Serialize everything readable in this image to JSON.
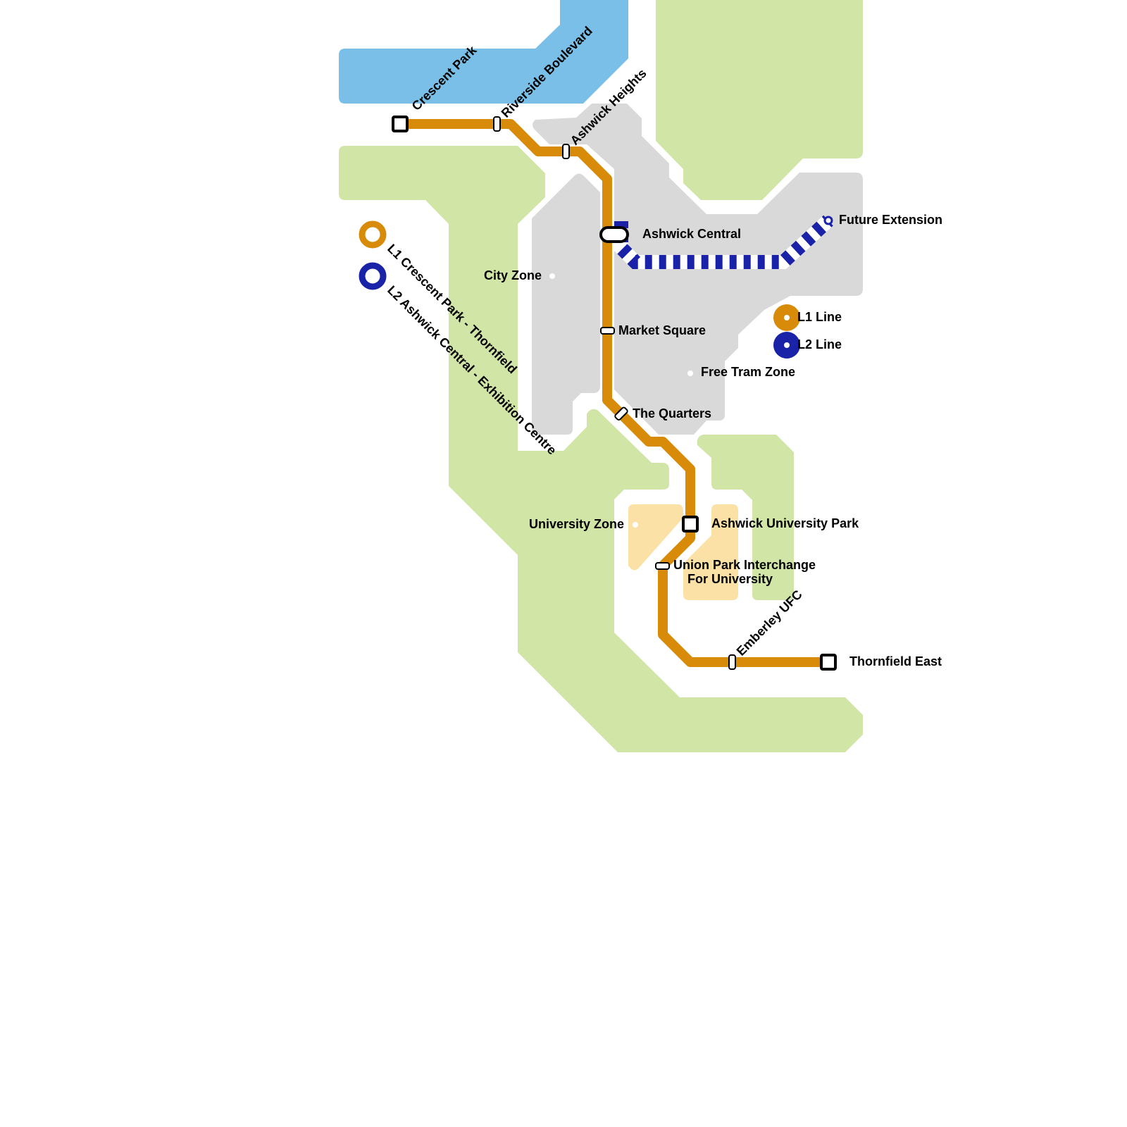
{
  "colors": {
    "l1": "#d78b08",
    "l2": "#1a22a8",
    "water": "#7abfe8",
    "park": "#d0e5a6",
    "urban": "#d9d9d9",
    "campus": "#fbe1a6"
  },
  "stations": {
    "crescent_park": "Crescent Park",
    "riverside_boulevard": "Riverside Boulevard",
    "ashwick_heights": "Ashwick Heights",
    "ashwick_central": "Ashwick Central",
    "market_square": "Market Square",
    "the_quarters": "The Quarters",
    "ashwick_university_park": "Ashwick University Park",
    "union_park_1": "Union Park Interchange",
    "union_park_2": "For University",
    "emberley_ufc": "Emberley UFC",
    "thornfield_east": "Thornfield East",
    "future_extension": "Future Extension"
  },
  "zones": {
    "city": "City Zone",
    "free_tram": "Free Tram Zone",
    "university": "University Zone"
  },
  "line_labels": {
    "l1": "L1 Crescent Park - Thornfield",
    "l2": "L2 Ashwick Central - Exhibition Centre"
  },
  "legend": {
    "l1": "L1 Line",
    "l2": "L2 Line"
  }
}
